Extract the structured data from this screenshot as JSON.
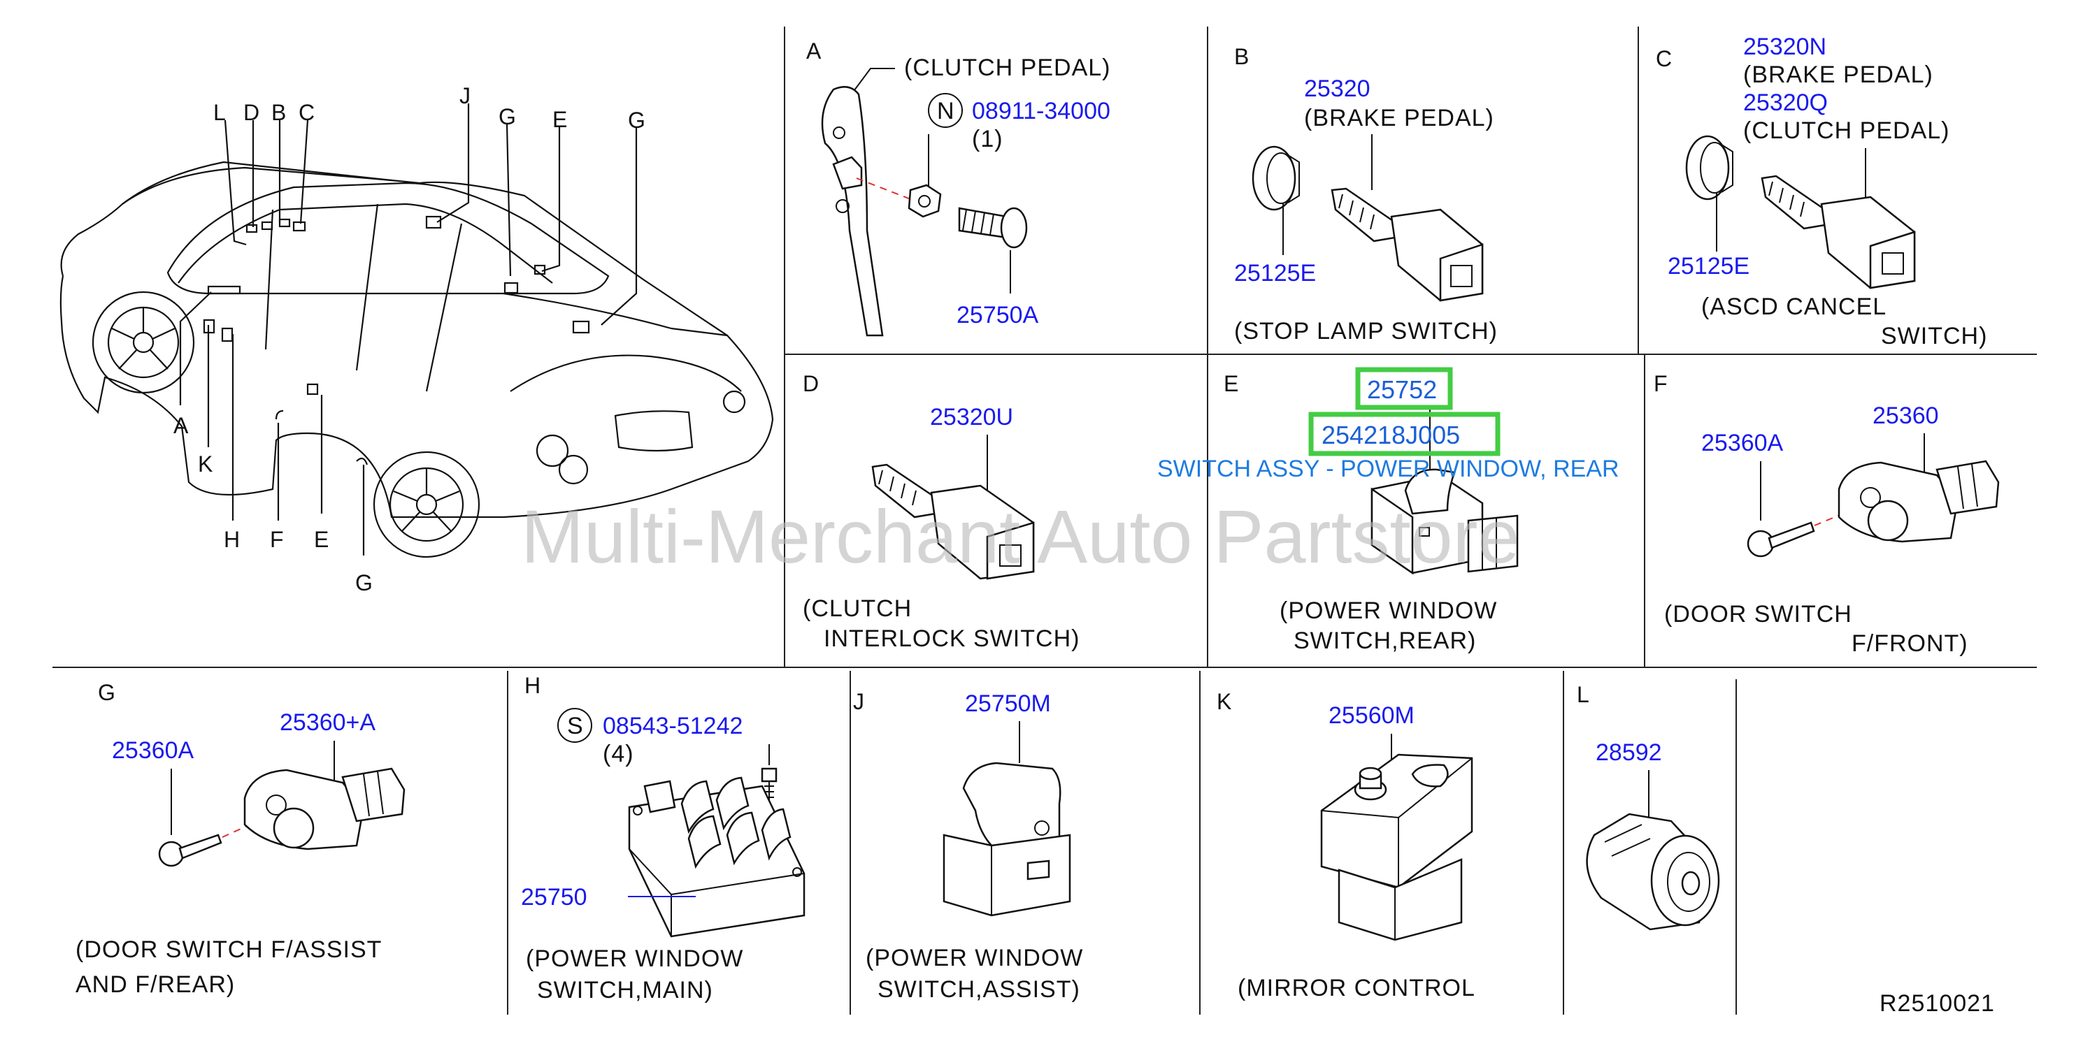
{
  "watermark": "Multi-Merchant Auto Partstore",
  "diagram_code": "R2510021",
  "car_callouts": [
    "L",
    "D",
    "B",
    "C",
    "J",
    "G",
    "E",
    "G",
    "A",
    "K",
    "H",
    "F",
    "E",
    "G"
  ],
  "sections": {
    "A": {
      "letter": "A",
      "title": "(CLUTCH  PEDAL)",
      "symbol": "N",
      "part_bolt": "08911-34000",
      "qty": "(1)",
      "part": "25750A"
    },
    "B": {
      "letter": "B",
      "part_main": "25320",
      "note": "(BRAKE  PEDAL)",
      "part_sub": "25125E",
      "caption": "(STOP  LAMP  SWITCH)"
    },
    "C": {
      "letter": "C",
      "part_n": "25320N",
      "note_n": "(BRAKE  PEDAL)",
      "part_q": "25320Q",
      "note_q": "(CLUTCH  PEDAL)",
      "part_sub": "25125E",
      "caption_1": "(ASCD  CANCEL",
      "caption_2": "SWITCH)"
    },
    "D": {
      "letter": "D",
      "part": "25320U",
      "caption_1": "(CLUTCH",
      "caption_2": "INTERLOCK  SWITCH)"
    },
    "E": {
      "letter": "E",
      "part": "25752",
      "highlight_part": "254218J005",
      "highlight_desc": "SWITCH ASSY - POWER WINDOW, REAR",
      "caption_1": "(POWER  WINDOW",
      "caption_2": "SWITCH,REAR)"
    },
    "F": {
      "letter": "F",
      "part_screw": "25360A",
      "part": "25360",
      "caption_1": "(DOOR  SWITCH",
      "caption_2": "F/FRONT)"
    },
    "G": {
      "letter": "G",
      "part_screw": "25360A",
      "part": "25360+A",
      "caption_1": "(DOOR  SWITCH       F/ASSIST",
      "caption_2": "AND  F/REAR)"
    },
    "H": {
      "letter": "H",
      "symbol": "S",
      "part_screw": "08543-51242",
      "qty": "(4)",
      "part": "25750",
      "caption_1": "(POWER  WINDOW",
      "caption_2": "SWITCH,MAIN)"
    },
    "J": {
      "letter": "J",
      "part": "25750M",
      "caption_1": "(POWER  WINDOW",
      "caption_2": "SWITCH,ASSIST)"
    },
    "K": {
      "letter": "K",
      "part": "25560M",
      "caption": "(MIRROR  CONTROL"
    },
    "L": {
      "letter": "L",
      "part": "28592"
    }
  }
}
